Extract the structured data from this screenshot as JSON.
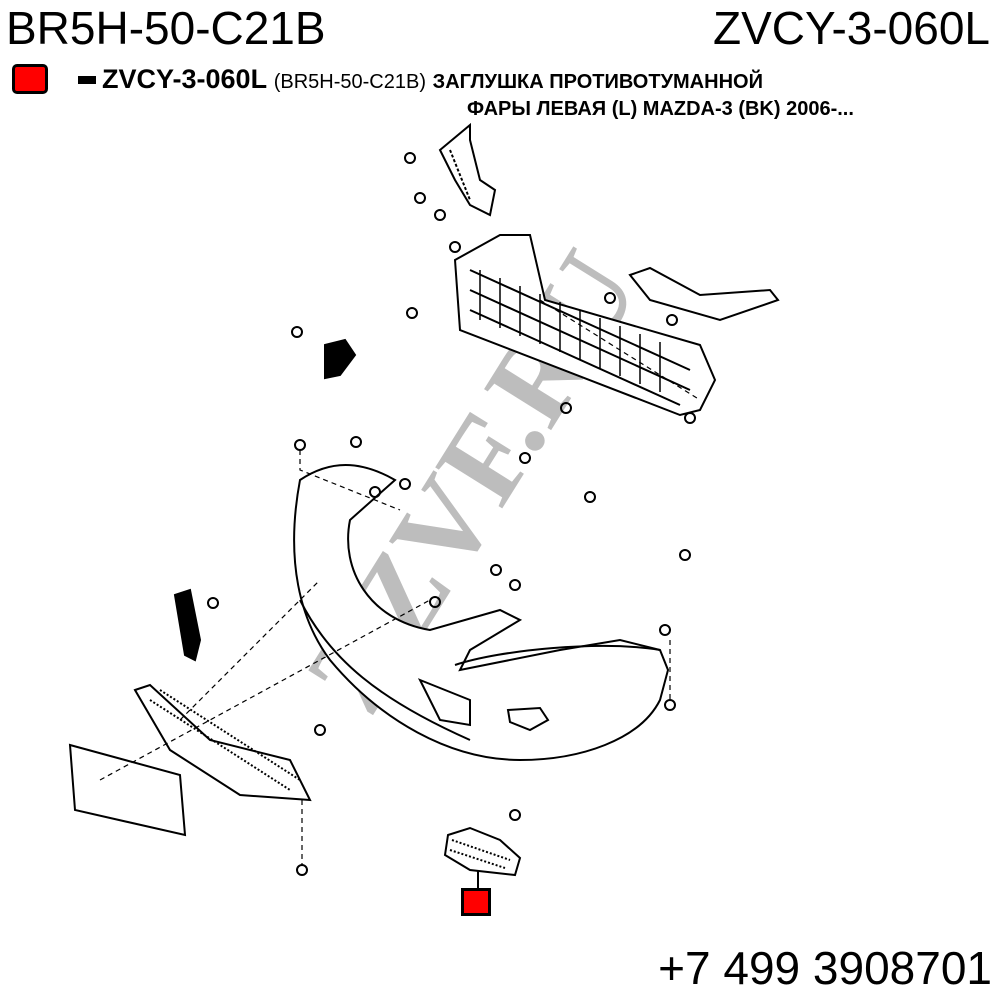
{
  "header": {
    "oem_code": "BR5H-50-C21B",
    "part_code": "ZVCY-3-060L"
  },
  "legend": {
    "color": "#ff0000",
    "part_code": "ZVCY-3-060L",
    "oem_code": "(BR5H-50-C21B)",
    "description_line1": "ЗАГЛУШКА ПРОТИВОТУМАННОЙ",
    "description_line2": "ФАРЫ ЛЕВАЯ (L) MAZDA-3 (BK) 2006-..."
  },
  "watermark": "ZZVF.RU",
  "footer": {
    "phone": "+7 499 3908701"
  }
}
